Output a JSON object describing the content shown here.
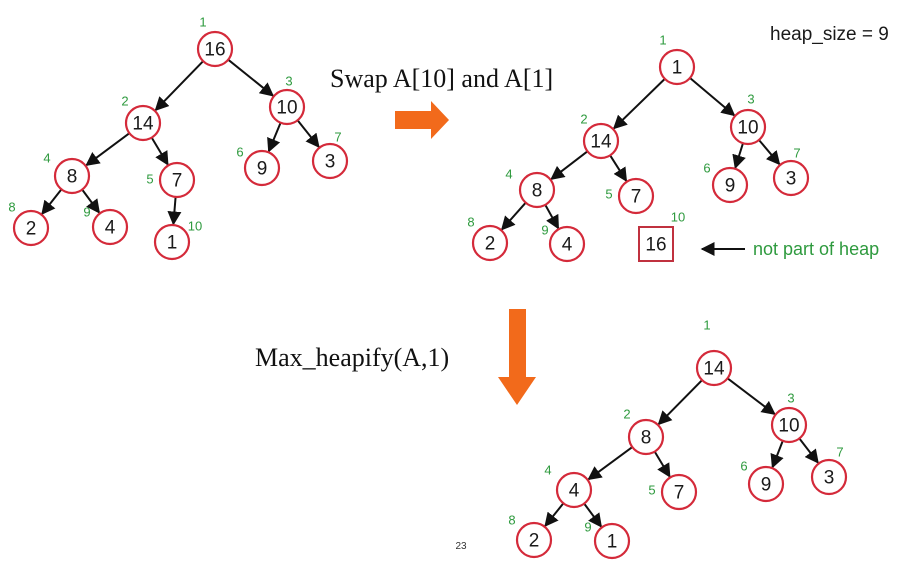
{
  "heap_size_label": "heap_size = 9",
  "swap_caption": "Swap A[10] and A[1]",
  "heapify_caption": "Max_heapify(A,1)",
  "removed_note": "not part of heap",
  "page_number": "23",
  "colors": {
    "node_border": "#d42a3a",
    "index_label": "#2e9a3e",
    "arrow": "#f26a1b",
    "edge": "#111111"
  },
  "trees": [
    {
      "name": "before",
      "nodes": [
        {
          "index": "1",
          "value": "16"
        },
        {
          "index": "2",
          "value": "14"
        },
        {
          "index": "3",
          "value": "10"
        },
        {
          "index": "4",
          "value": "8"
        },
        {
          "index": "5",
          "value": "7"
        },
        {
          "index": "6",
          "value": "9"
        },
        {
          "index": "7",
          "value": "3"
        },
        {
          "index": "8",
          "value": "2"
        },
        {
          "index": "9",
          "value": "4"
        },
        {
          "index": "10",
          "value": "1"
        }
      ],
      "edges": [
        [
          1,
          2
        ],
        [
          1,
          3
        ],
        [
          2,
          4
        ],
        [
          2,
          5
        ],
        [
          3,
          6
        ],
        [
          3,
          7
        ],
        [
          4,
          8
        ],
        [
          4,
          9
        ],
        [
          5,
          10
        ]
      ]
    },
    {
      "name": "after-swap",
      "nodes": [
        {
          "index": "1",
          "value": "1"
        },
        {
          "index": "2",
          "value": "14"
        },
        {
          "index": "3",
          "value": "10"
        },
        {
          "index": "4",
          "value": "8"
        },
        {
          "index": "5",
          "value": "7"
        },
        {
          "index": "6",
          "value": "9"
        },
        {
          "index": "7",
          "value": "3"
        },
        {
          "index": "8",
          "value": "2"
        },
        {
          "index": "9",
          "value": "4"
        },
        {
          "index": "10",
          "value": "16",
          "removed": true
        }
      ],
      "edges": [
        [
          1,
          2
        ],
        [
          1,
          3
        ],
        [
          2,
          4
        ],
        [
          2,
          5
        ],
        [
          3,
          6
        ],
        [
          3,
          7
        ],
        [
          4,
          8
        ],
        [
          4,
          9
        ]
      ]
    },
    {
      "name": "after-heapify",
      "nodes": [
        {
          "index": "1",
          "value": "14"
        },
        {
          "index": "2",
          "value": "8"
        },
        {
          "index": "3",
          "value": "10"
        },
        {
          "index": "4",
          "value": "4"
        },
        {
          "index": "5",
          "value": "7"
        },
        {
          "index": "6",
          "value": "9"
        },
        {
          "index": "7",
          "value": "3"
        },
        {
          "index": "8",
          "value": "2"
        },
        {
          "index": "9",
          "value": "1"
        }
      ],
      "edges": [
        [
          1,
          2
        ],
        [
          1,
          3
        ],
        [
          2,
          4
        ],
        [
          2,
          5
        ],
        [
          3,
          6
        ],
        [
          3,
          7
        ],
        [
          4,
          8
        ],
        [
          4,
          9
        ]
      ]
    }
  ]
}
